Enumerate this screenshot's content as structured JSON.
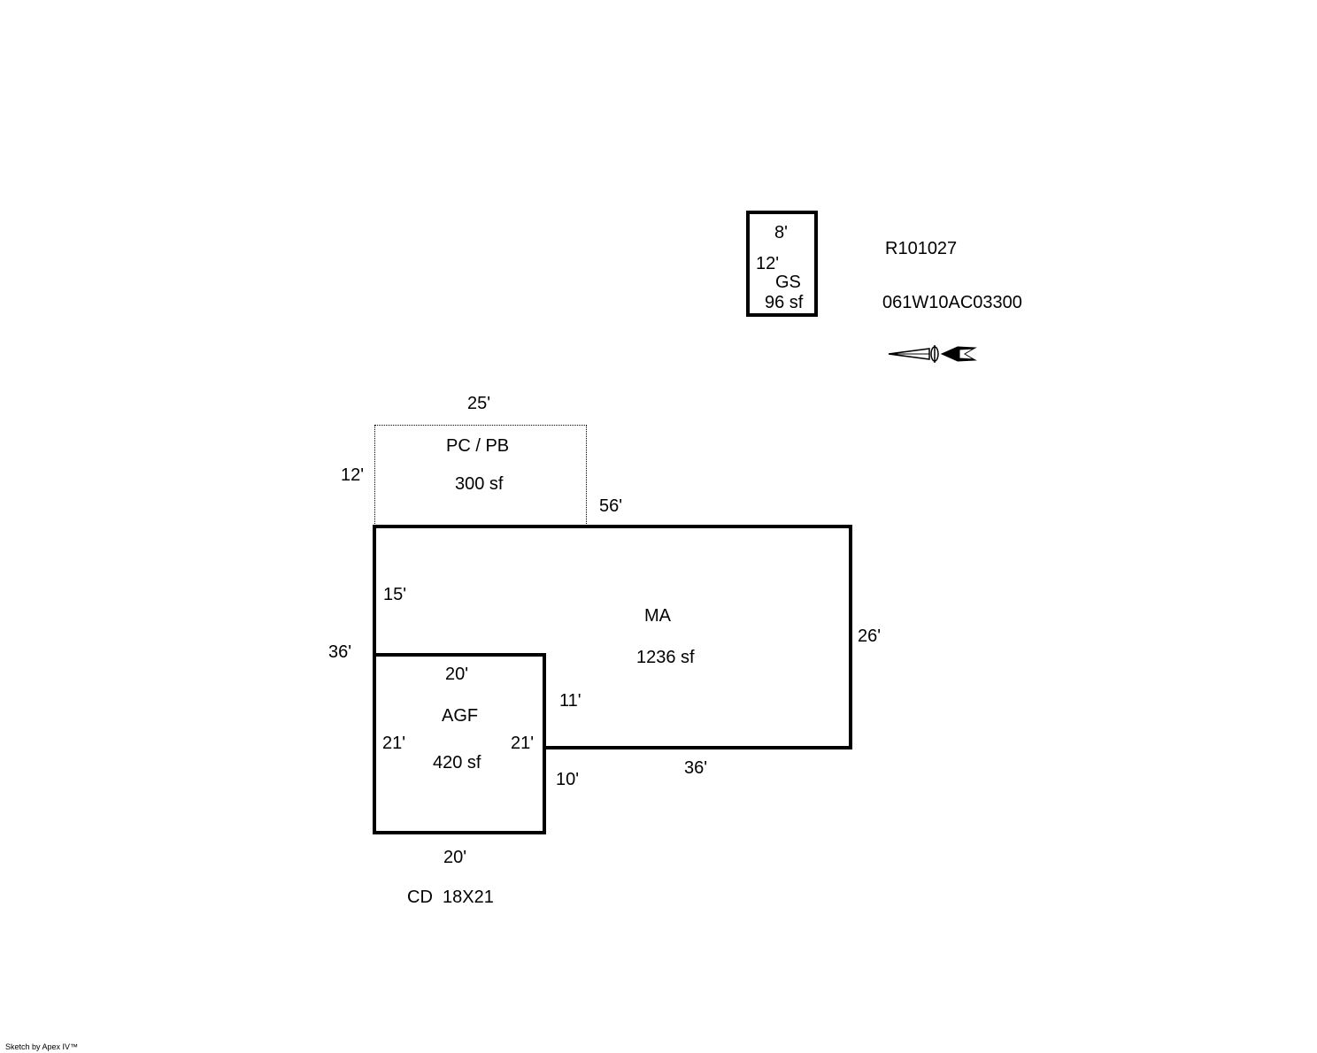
{
  "header": {
    "parcel_id": "R101027",
    "map_number": "061W10AC03300"
  },
  "areas": {
    "gs": {
      "code": "GS",
      "area": "96 sf",
      "dim_top": "8'",
      "dim_side": "12'"
    },
    "pc_pb": {
      "code": "PC / PB",
      "area": "300 sf",
      "dim_top": "25'",
      "dim_side": "12'"
    },
    "ma": {
      "code": "MA",
      "area": "1236 sf",
      "dim_top": "56'",
      "dim_right": "26'",
      "dim_bottom": "36'",
      "dim_inner_left": "15'",
      "dim_inner_step": "11'",
      "dim_outer_left": "36'"
    },
    "agf": {
      "code": "AGF",
      "area": "420 sf",
      "dim_top": "20'",
      "dim_left": "21'",
      "dim_right": "21'",
      "dim_bottom": "20'",
      "dim_step": "10'"
    }
  },
  "notes": {
    "cd": "CD  18X21"
  },
  "footer": {
    "credit": "Sketch by Apex IV™"
  },
  "icons": {
    "compass": "north-arrow-icon"
  }
}
